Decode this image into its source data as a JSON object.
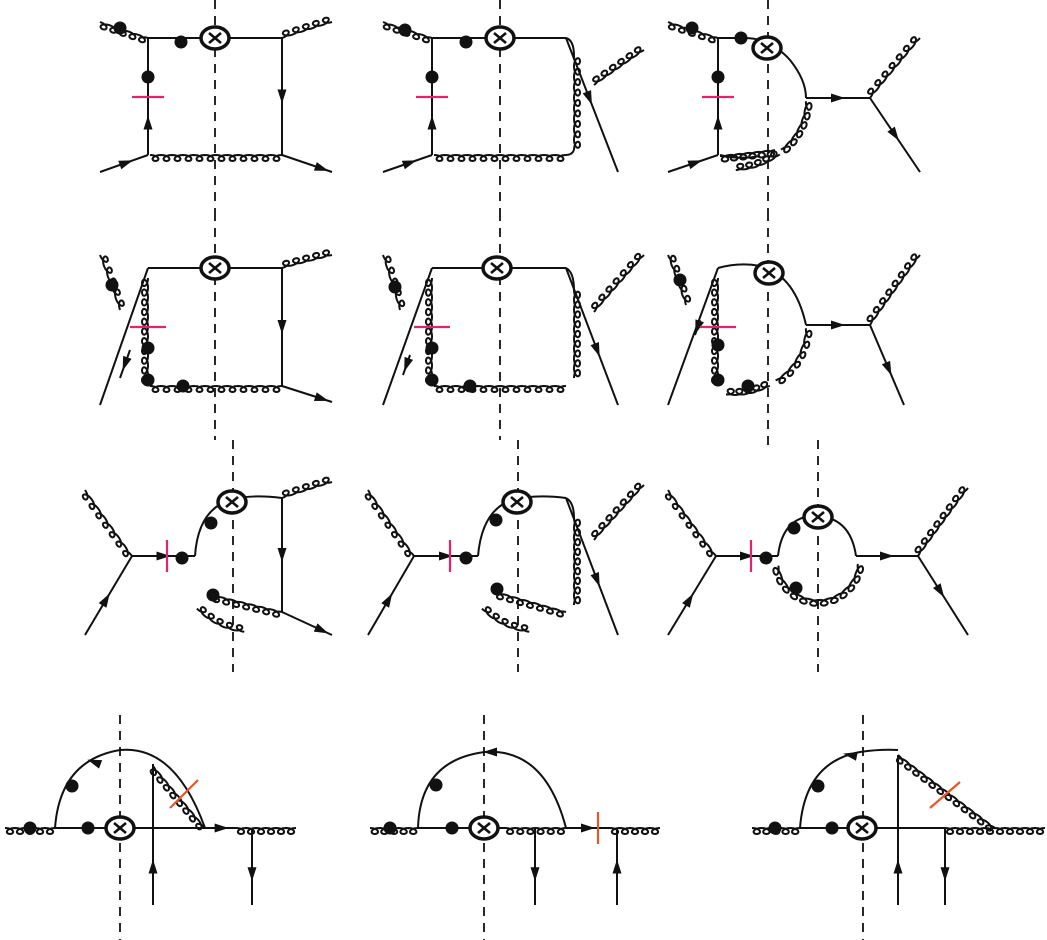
{
  "colors": {
    "ink": "#111111",
    "cut_mark_magenta": "#e0246e",
    "cut_mark_orange": "#e8552a",
    "background": "#ffffff"
  },
  "symbols": {
    "vertex": "crossed-circle-operator-vertex",
    "blob": "black-dot-insertion",
    "cut": "dashed-vertical-cut-line",
    "slash": "short-cut-mark"
  },
  "diagrams": [
    {
      "row": 1,
      "col": 1,
      "topology": "box-with-gluon-bottom"
    },
    {
      "row": 1,
      "col": 2,
      "topology": "box-with-crossed-gluon"
    },
    {
      "row": 1,
      "col": 3,
      "topology": "loop-with-quark-vertex"
    },
    {
      "row": 2,
      "col": 1,
      "topology": "box-gluon-left-side"
    },
    {
      "row": 2,
      "col": 2,
      "topology": "box-gluon-left-right"
    },
    {
      "row": 2,
      "col": 3,
      "topology": "loop-gluon-left"
    },
    {
      "row": 3,
      "col": 1,
      "topology": "s-channel-box"
    },
    {
      "row": 3,
      "col": 2,
      "topology": "s-channel-crossed"
    },
    {
      "row": 3,
      "col": 3,
      "topology": "s-channel-loop"
    },
    {
      "row": 4,
      "col": 1,
      "topology": "arc-with-gluon-rung"
    },
    {
      "row": 4,
      "col": 2,
      "topology": "arc-with-quark-rung"
    },
    {
      "row": 4,
      "col": 3,
      "topology": "arc-with-gluon-diagonal"
    }
  ]
}
